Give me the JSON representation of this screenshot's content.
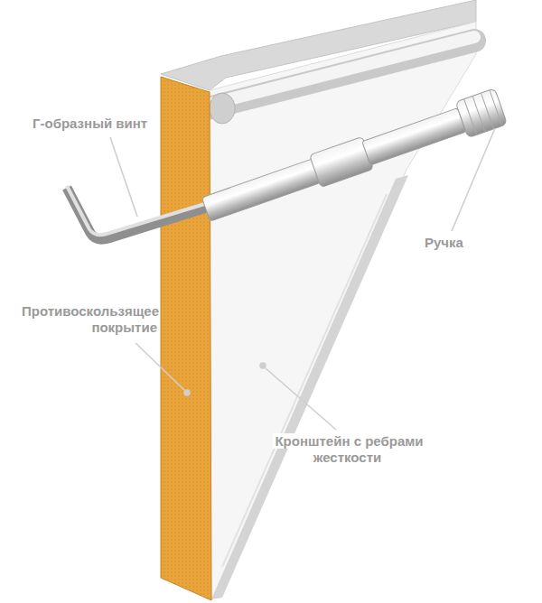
{
  "diagram": {
    "labels": [
      "Г-образный винт",
      "Ручка",
      "Противоскользящее покрытие",
      "Кронштейн с ребрами жесткости"
    ]
  }
}
